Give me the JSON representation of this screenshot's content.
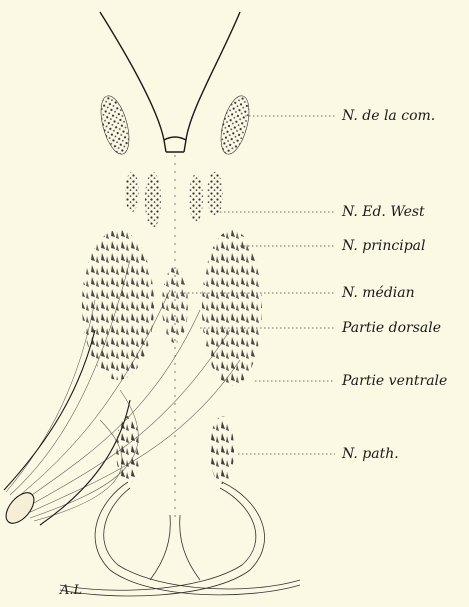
{
  "labels": {
    "commissure": "N. de la com.",
    "edwest": "N. Ed. West",
    "principal": "N. principal",
    "median": "N. médian",
    "dorsale": "Partie dorsale",
    "ventrale": "Partie ventrale",
    "path": "N. path."
  },
  "signature": "A.L",
  "colors": {
    "paper": "#fbf8e3",
    "ink": "#1a1a1a"
  }
}
